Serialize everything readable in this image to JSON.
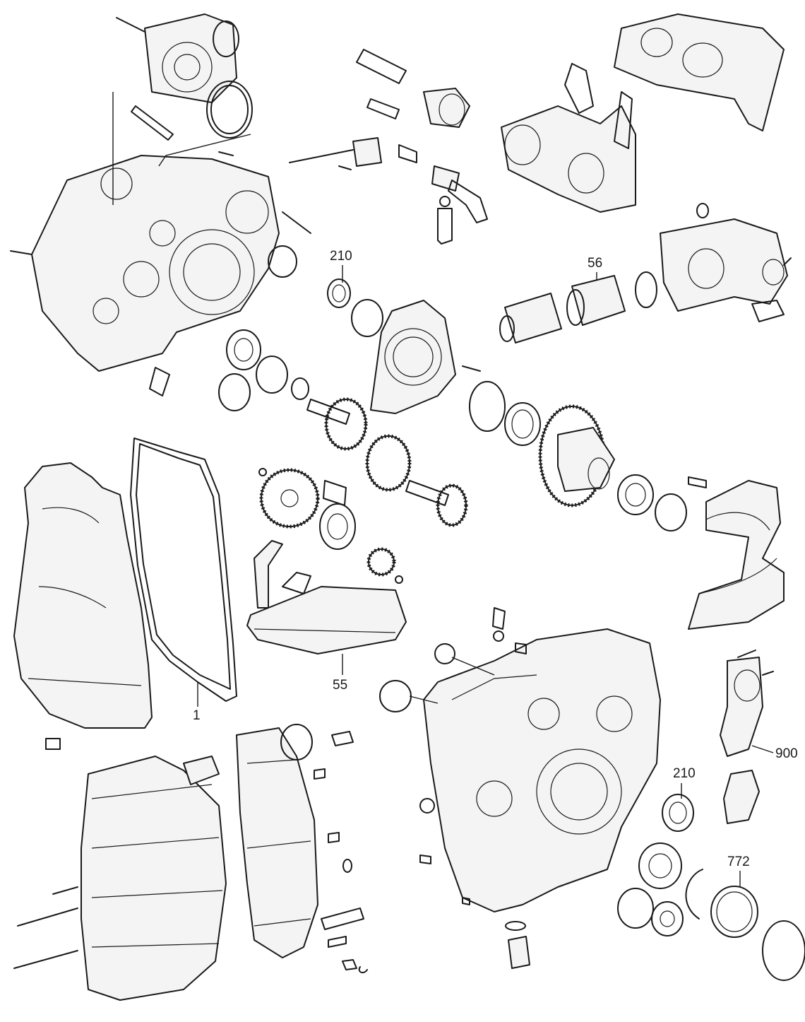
{
  "callouts": [
    {
      "id": "c1",
      "label": "1"
    },
    {
      "id": "c55",
      "label": "55"
    },
    {
      "id": "c56",
      "label": "56"
    },
    {
      "id": "c210a",
      "label": "210"
    },
    {
      "id": "c210b",
      "label": "210"
    },
    {
      "id": "c772",
      "label": "772"
    },
    {
      "id": "c900",
      "label": "900"
    }
  ]
}
